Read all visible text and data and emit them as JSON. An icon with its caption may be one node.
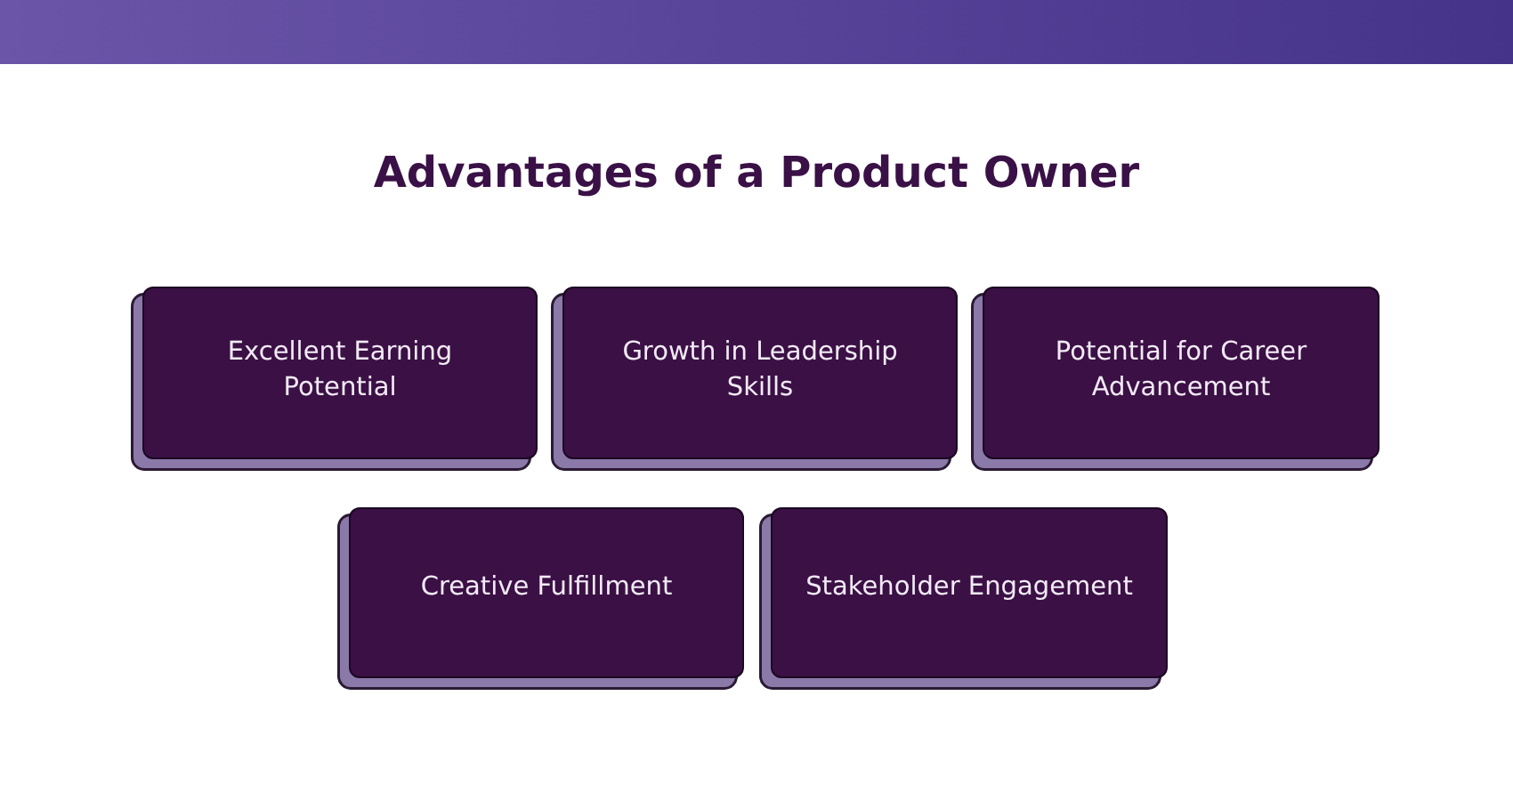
{
  "diagram": {
    "title": "Advantages of a Product Owner",
    "nodes": [
      {
        "text": [
          "Excellent Earning Potential"
        ]
      },
      {
        "text": [
          "Growth in Leadership Skills"
        ]
      },
      {
        "text": [
          "Potential for Career Advancement"
        ]
      },
      {
        "text": [
          "Creative Fulfillment"
        ]
      },
      {
        "text": [
          "Stakeholder Engagement"
        ]
      }
    ],
    "edges": []
  }
}
